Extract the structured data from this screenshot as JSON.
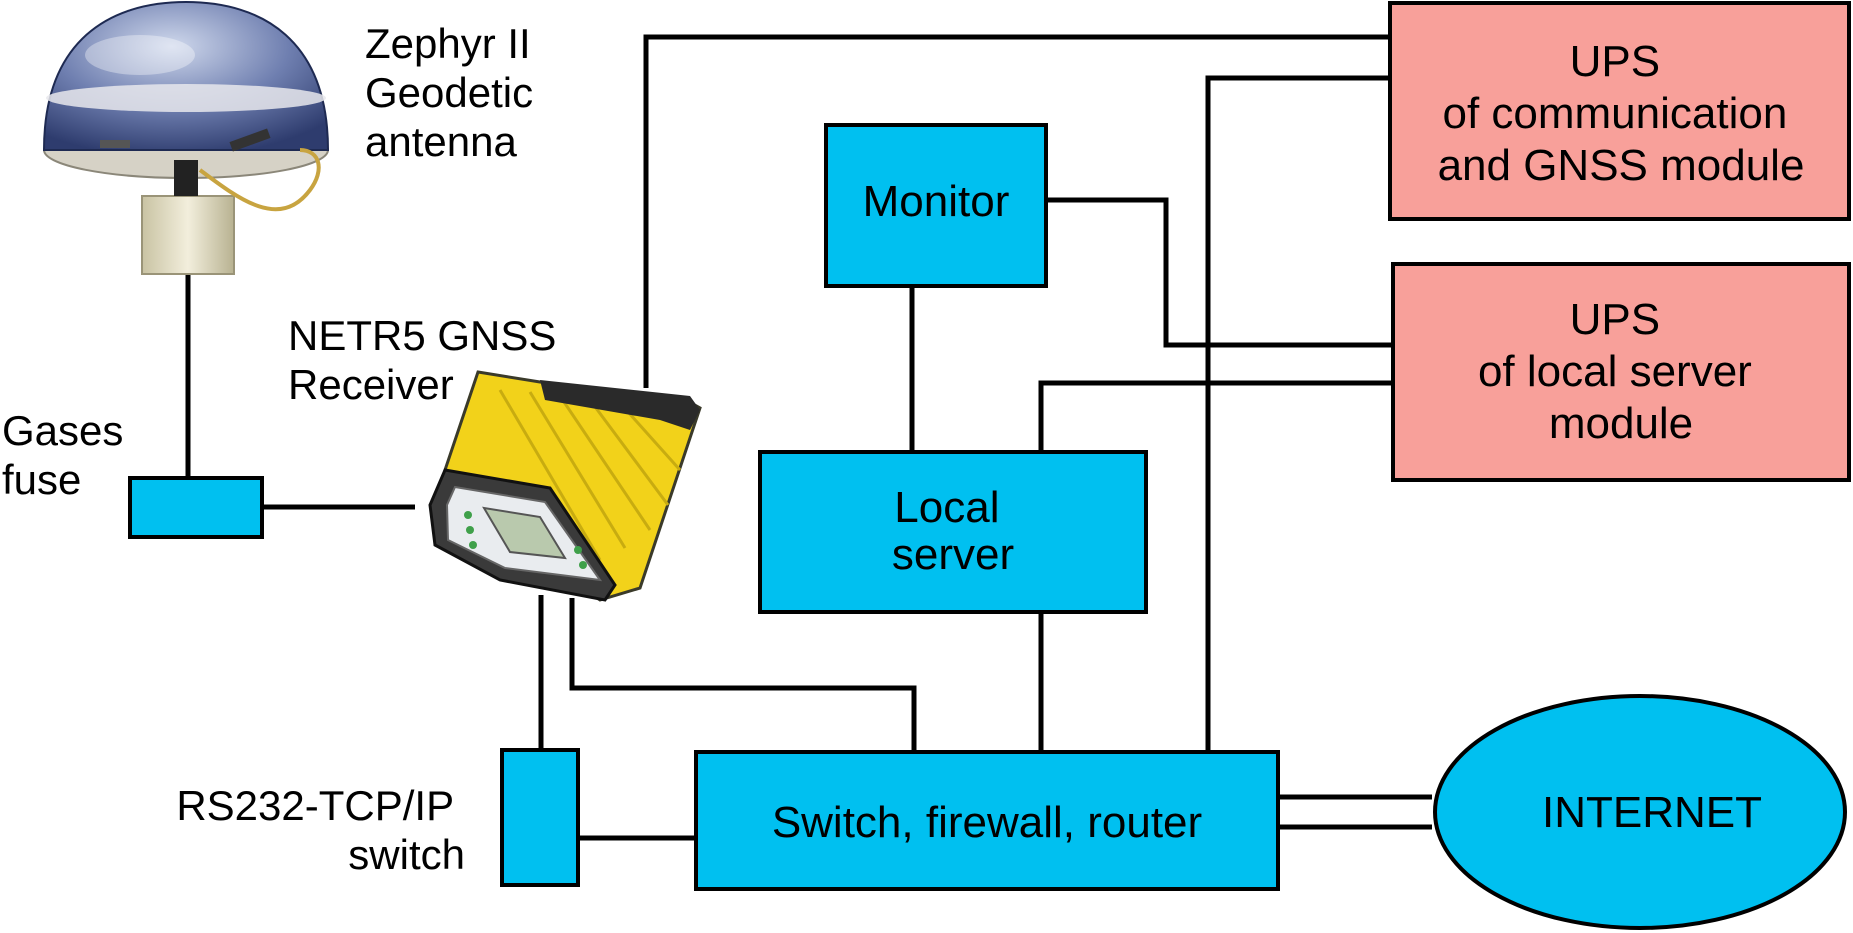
{
  "labels": {
    "antenna": [
      "Zephyr  II",
      "Geodetic",
      "antenna"
    ],
    "receiver": [
      "NETR5 GNSS",
      "Receiver"
    ],
    "fuse": [
      "Gases",
      "fuse"
    ],
    "rs232": [
      "RS232-TCP/IP",
      "switch"
    ],
    "monitor": "Monitor",
    "local_server": [
      "Local",
      "server"
    ],
    "switch_router": "Switch, firewall, router",
    "internet": "INTERNET",
    "ups_comm": [
      "UPS",
      "of communication",
      "and GNSS module"
    ],
    "ups_server": [
      "UPS",
      "of local server",
      "module"
    ]
  },
  "colors": {
    "component_fill": "#00c0f0",
    "ups_fill": "#f8a09a",
    "receiver_body": "#f2d21a",
    "line": "#000000"
  }
}
